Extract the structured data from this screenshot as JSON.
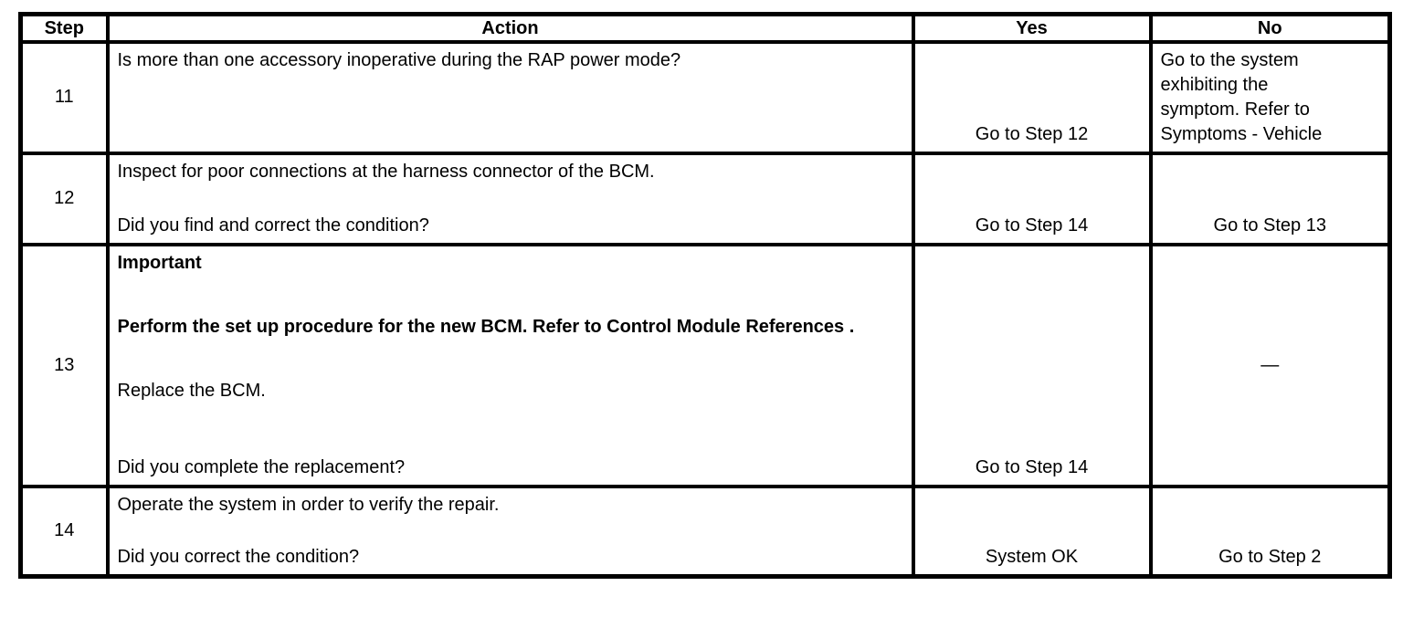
{
  "table": {
    "headers": {
      "step": "Step",
      "action": "Action",
      "yes": "Yes",
      "no": "No"
    },
    "rows": [
      {
        "step": "11",
        "action": "Is more than one accessory inoperative during the RAP power mode?",
        "yes": "Go to Step 12",
        "no_lines": [
          "Go to the system",
          "exhibiting the",
          "symptom. Refer to",
          "Symptoms - Vehicle"
        ]
      },
      {
        "step": "12",
        "action": "Inspect for poor connections at the harness connector of the BCM.",
        "question": "Did you find and correct the condition?",
        "yes": "Go to Step 14",
        "no": "Go to Step 13"
      },
      {
        "step": "13",
        "important_label": "Important",
        "important_body": "Perform the set up procedure for the new BCM. Refer to Control Module References .",
        "action": "Replace the BCM.",
        "question": "Did you complete the replacement?",
        "yes": "Go to Step 14",
        "no": "—"
      },
      {
        "step": "14",
        "action": "Operate the system in order to verify the repair.",
        "question": "Did you correct the condition?",
        "yes": "System OK",
        "no": "Go to Step 2"
      }
    ]
  }
}
